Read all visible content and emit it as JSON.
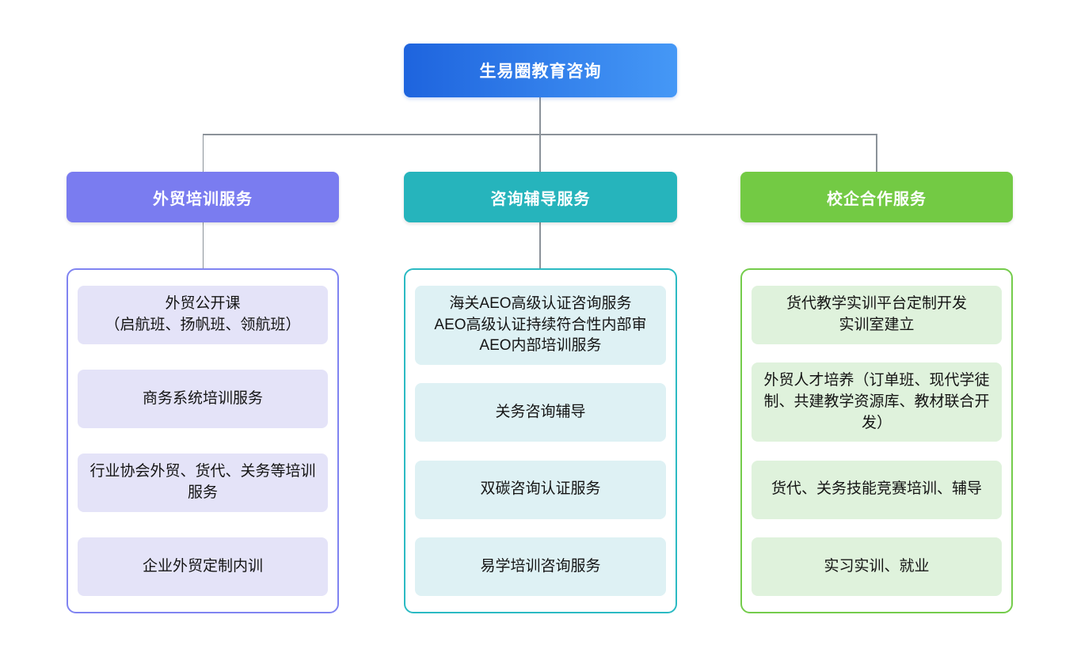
{
  "page": {
    "background": "#ffffff"
  },
  "root": {
    "label": "生易圈教育咨询",
    "gradient_left": "#1e64de",
    "gradient_right": "#4598f6"
  },
  "connector_color": "#8b9299",
  "columns": [
    {
      "id": "foreign-trade-training",
      "header": "外贸培训服务",
      "theme": {
        "header_bg": "#7a7cf0",
        "border": "#8084f1",
        "item_bg": "#e4e3f8"
      },
      "items": [
        "外贸公开课\n（启航班、扬帆班、领航班）",
        "商务系统培训服务",
        "行业协会外贸、货代、关务等培训服务",
        "企业外贸定制内训"
      ]
    },
    {
      "id": "consulting-coaching",
      "header": "咨询辅导服务",
      "theme": {
        "header_bg": "#26b4bc",
        "border": "#2bbac3",
        "item_bg": "#def1f4"
      },
      "items": [
        "海关AEO高级认证咨询服务\nAEO高级认证持续符合性内部审\nAEO内部培训服务",
        "关务咨询辅导",
        "双碳咨询认证服务",
        "易学培训咨询服务"
      ]
    },
    {
      "id": "school-enterprise-cooperation",
      "header": "校企合作服务",
      "theme": {
        "header_bg": "#73ca44",
        "border": "#74cc4b",
        "item_bg": "#dff2dc"
      },
      "items": [
        "货代教学实训平台定制开发\n实训室建立",
        "外贸人才培养（订单班、现代学徒制、共建教学资源库、教材联合开发）",
        "货代、关务技能竞赛培训、辅导",
        "实习实训、就业"
      ]
    }
  ]
}
